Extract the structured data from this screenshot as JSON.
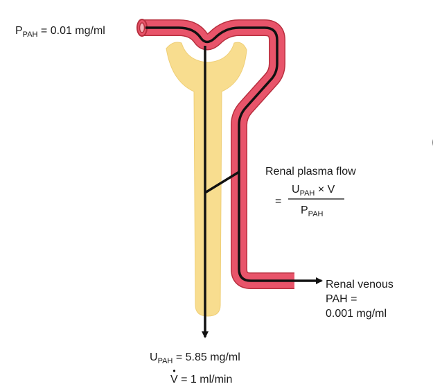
{
  "labels": {
    "ppah": {
      "symbol": "P",
      "sub": "PAH",
      "value": " = 0.01 mg/ml"
    },
    "upah": {
      "symbol": "U",
      "sub": "PAH",
      "value": " = 5.85 mg/ml"
    },
    "vdot": {
      "symbol": "V",
      "value": " = 1 ml/min"
    },
    "rpf": {
      "title": "Renal plasma flow",
      "equals": "=",
      "numerator": {
        "symbol": "U",
        "sub": "PAH",
        "rest": " × V"
      },
      "denominator": {
        "symbol": "P",
        "sub": "PAH"
      }
    },
    "renal_venous": {
      "line1": "Renal venous",
      "line2": "PAH =",
      "line3": "0.001 mg/ml"
    }
  },
  "colors": {
    "vessel": "#e8546a",
    "vessel_dark": "#b8303f",
    "tubule": "#f8dd8f",
    "line": "#111111"
  }
}
